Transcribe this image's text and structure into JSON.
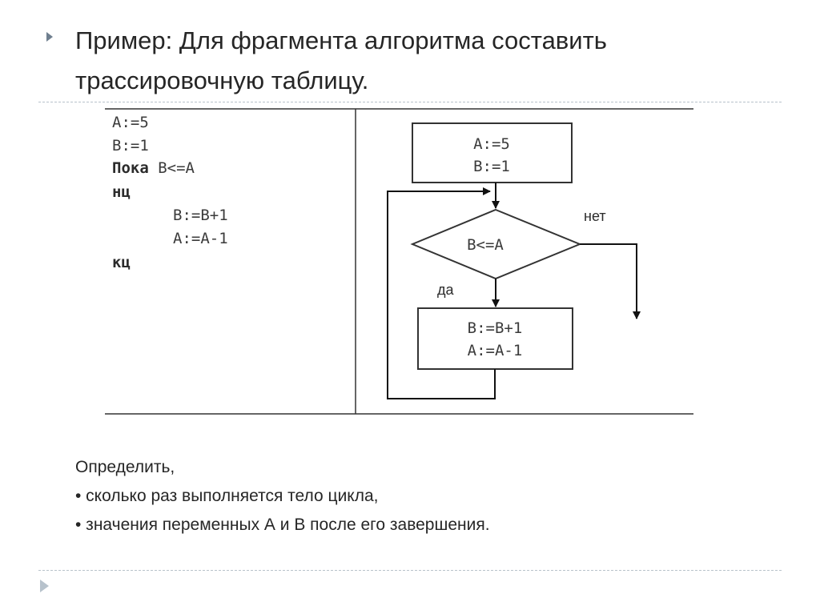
{
  "slide": {
    "title_line1": "Пример: Для фрагмента алгоритма составить",
    "title_line2": "трассировочную таблицу."
  },
  "code": {
    "lines": [
      "A:=5",
      "B:=1",
      "B<=A",
      "B:=B+1",
      "A:=A-1"
    ],
    "keyword_while": "Пока",
    "keyword_start": "нц",
    "keyword_end": "кц"
  },
  "flowchart": {
    "init_line1": "A:=5",
    "init_line2": "B:=1",
    "condition": "B<=A",
    "body_line1": "B:=B+1",
    "body_line2": "A:=A-1",
    "label_yes": "да",
    "label_no": "нет"
  },
  "task": {
    "intro": "Определить,",
    "item1": "• сколько раз выполняется тело цикла,",
    "item2": "• значения переменных А и В после его завершения."
  }
}
